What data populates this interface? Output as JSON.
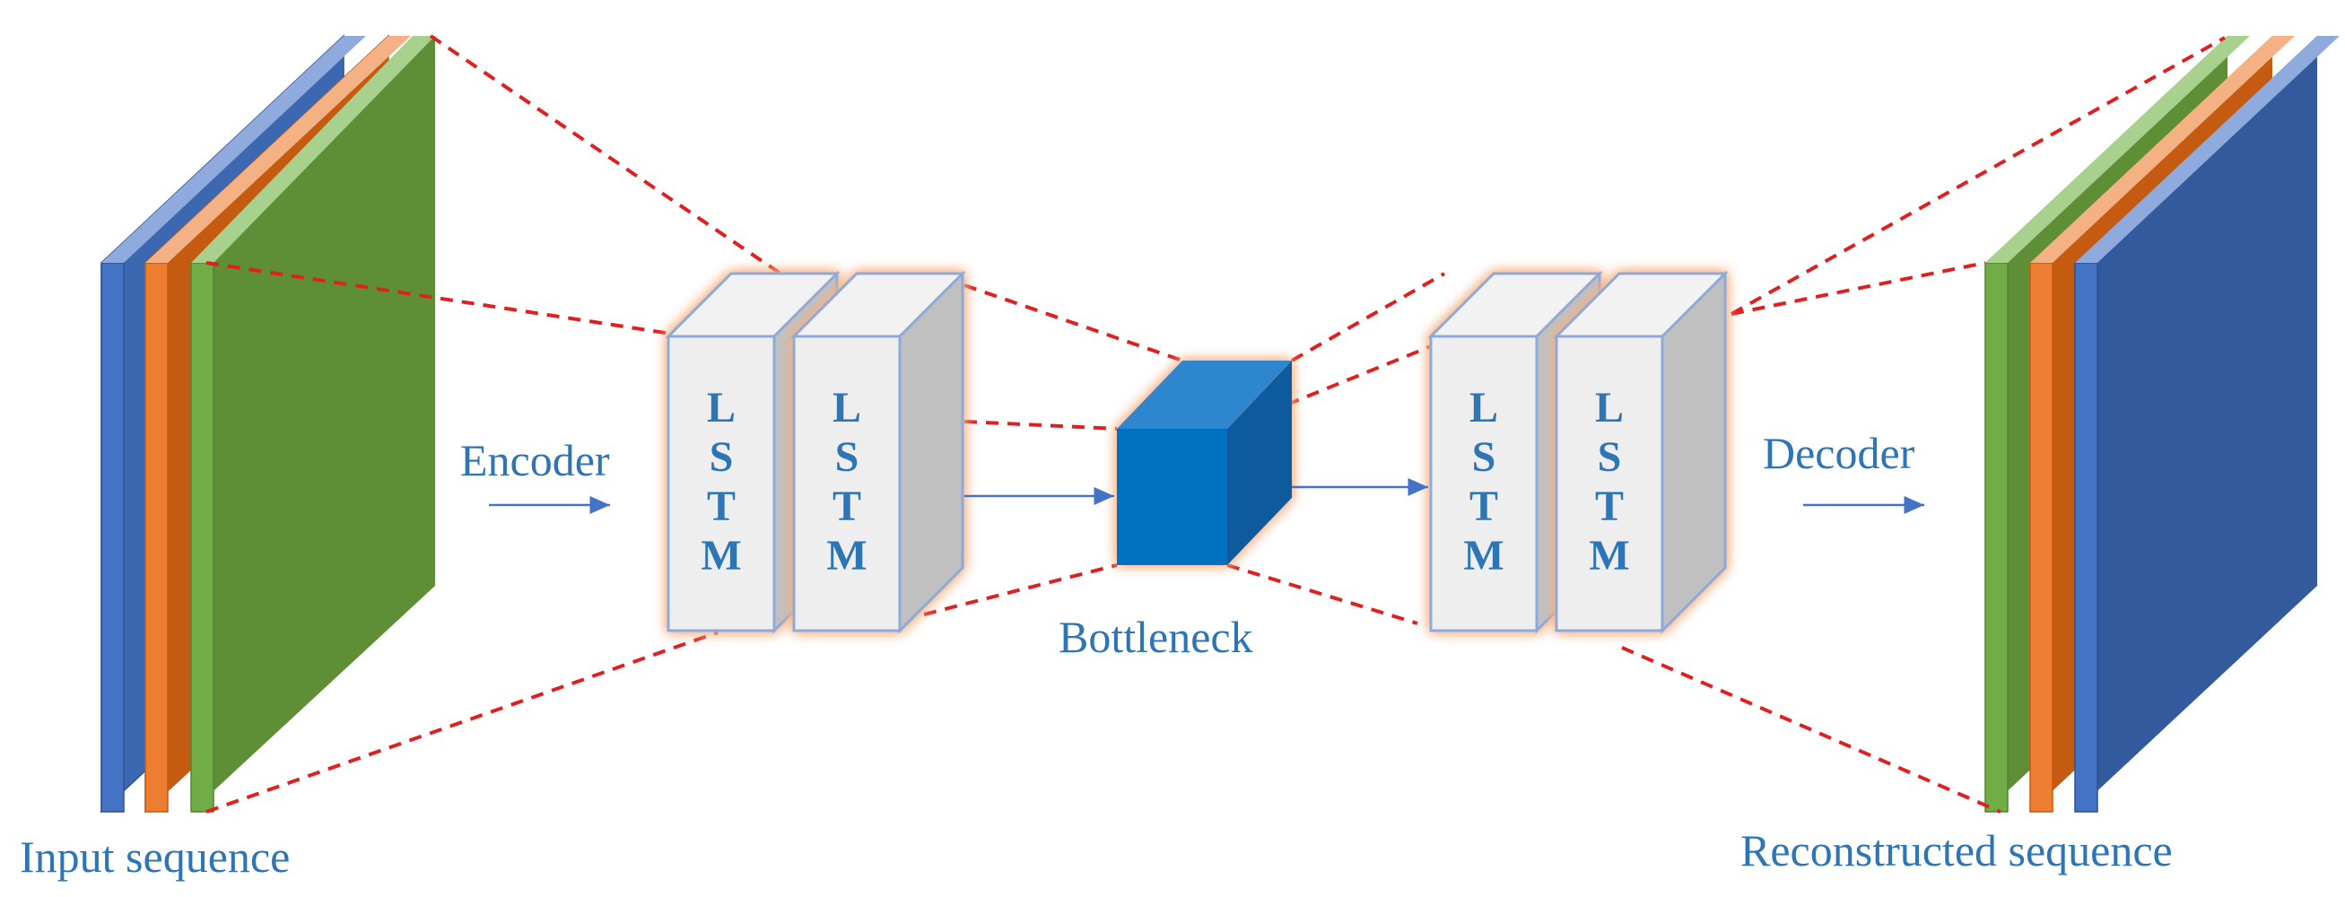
{
  "diagram": {
    "labels": {
      "input": "Input sequence",
      "encoder": "Encoder",
      "bottleneck": "Bottleneck",
      "decoder": "Decoder",
      "output": "Reconstructed sequence"
    },
    "lstm_letters": [
      "L",
      "S",
      "T",
      "M"
    ],
    "colors": {
      "blue_frame": "#4472c4",
      "orange_frame": "#ed7d31",
      "green_frame": "#70ad47",
      "label_text": "#2e75b6",
      "lstm_face": "#eeeeee",
      "lstm_side": "#c0c0c0",
      "lstm_border": "#8eaadb",
      "lstm_glow": "#f4b183",
      "bottleneck_front": "#0070c0",
      "dashed_line": "#e02020",
      "arrow": "#4472c4"
    }
  }
}
